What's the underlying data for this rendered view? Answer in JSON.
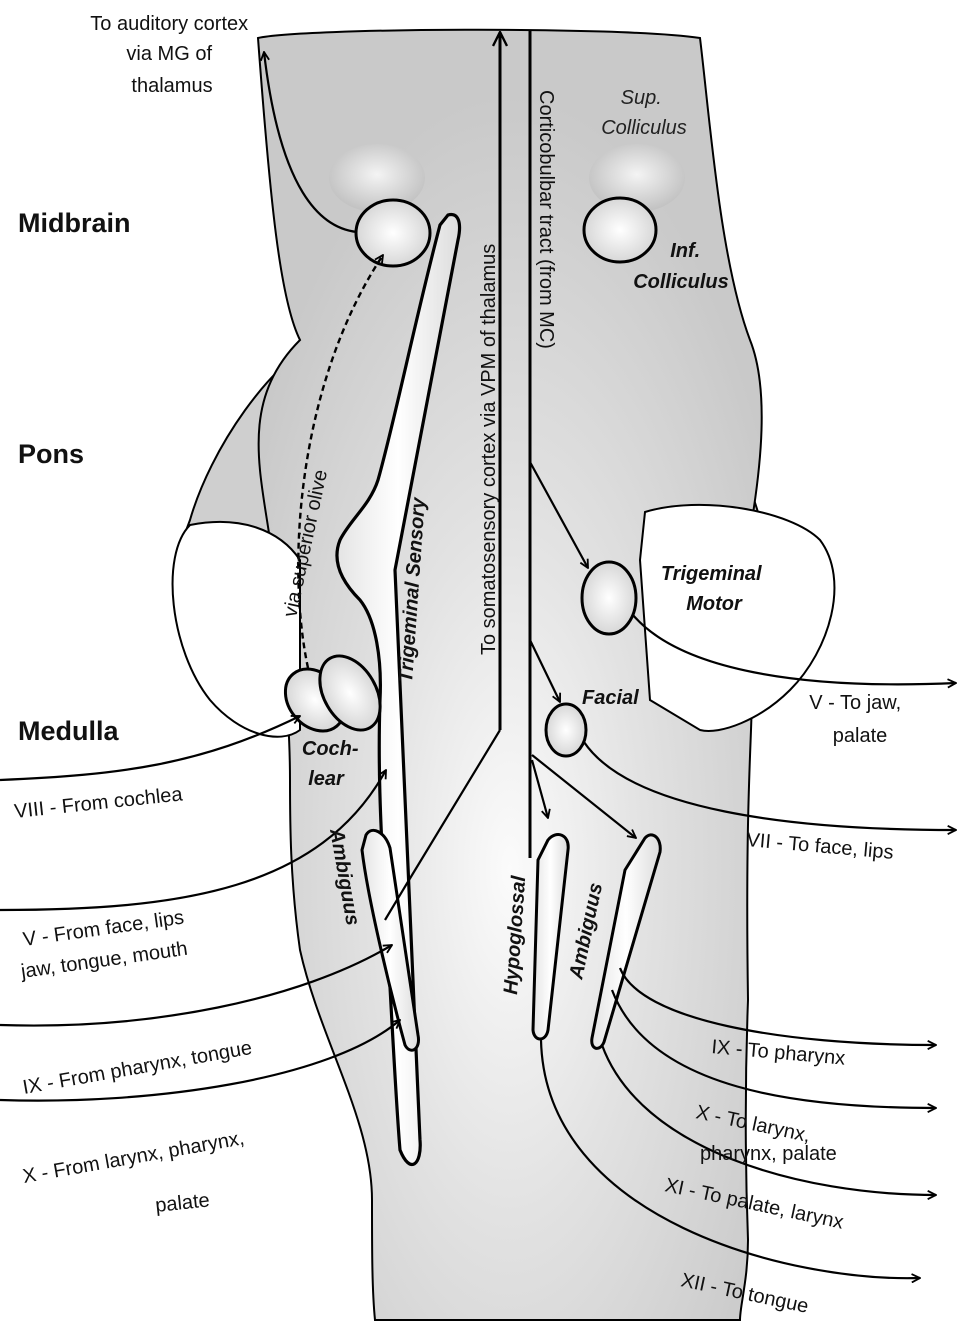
{
  "regions": {
    "midbrain": "Midbrain",
    "pons": "Pons",
    "medulla": "Medulla"
  },
  "structures": {
    "sup_colliculus": [
      "Sup.",
      "Colliculus"
    ],
    "inf_colliculus": [
      "Inf.",
      "Colliculus"
    ],
    "trigeminal_sensory": "Trigeminal Sensory",
    "trigeminal_motor": [
      "Trigeminal",
      "Motor"
    ],
    "facial": "Facial",
    "cochlear": [
      "Coch-",
      "lear"
    ],
    "ambiguus_left": "Ambiguus",
    "ambiguus_right": "Ambiguus",
    "hypoglossal": "Hypoglossal"
  },
  "tracts": {
    "auditory": [
      "To auditory cortex",
      "via MG of",
      "thalamus"
    ],
    "superior_olive": "via superior olive",
    "somatosensory": "To somatosensory cortex via VPM of thalamus",
    "corticobulbar": "Corticobulbar tract (from MC)"
  },
  "inputs": {
    "viii": "VIII - From cochlea",
    "v": [
      "V - From face, lips",
      "jaw, tongue, mouth"
    ],
    "ix": "IX - From pharynx, tongue",
    "x": [
      "X - From larynx, pharynx,",
      "palate"
    ]
  },
  "outputs": {
    "v": [
      "V - To jaw,",
      "palate"
    ],
    "vii": "VII - To face, lips",
    "ix": "IX - To pharynx",
    "x": [
      "X - To larynx,",
      "pharynx, palate"
    ],
    "xi": "XI - To palate, larynx",
    "xii": "XII - To tongue"
  }
}
